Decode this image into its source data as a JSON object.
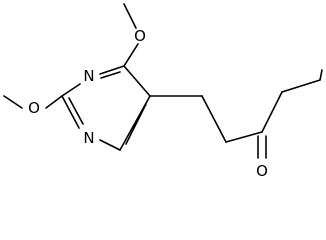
{
  "molecule": {
    "atom_labels": {
      "ring_n_upper": "N",
      "ring_n_lower": "N",
      "methoxy_o_top": "O",
      "methoxy_o_left": "O",
      "ketone_o": "O"
    }
  }
}
